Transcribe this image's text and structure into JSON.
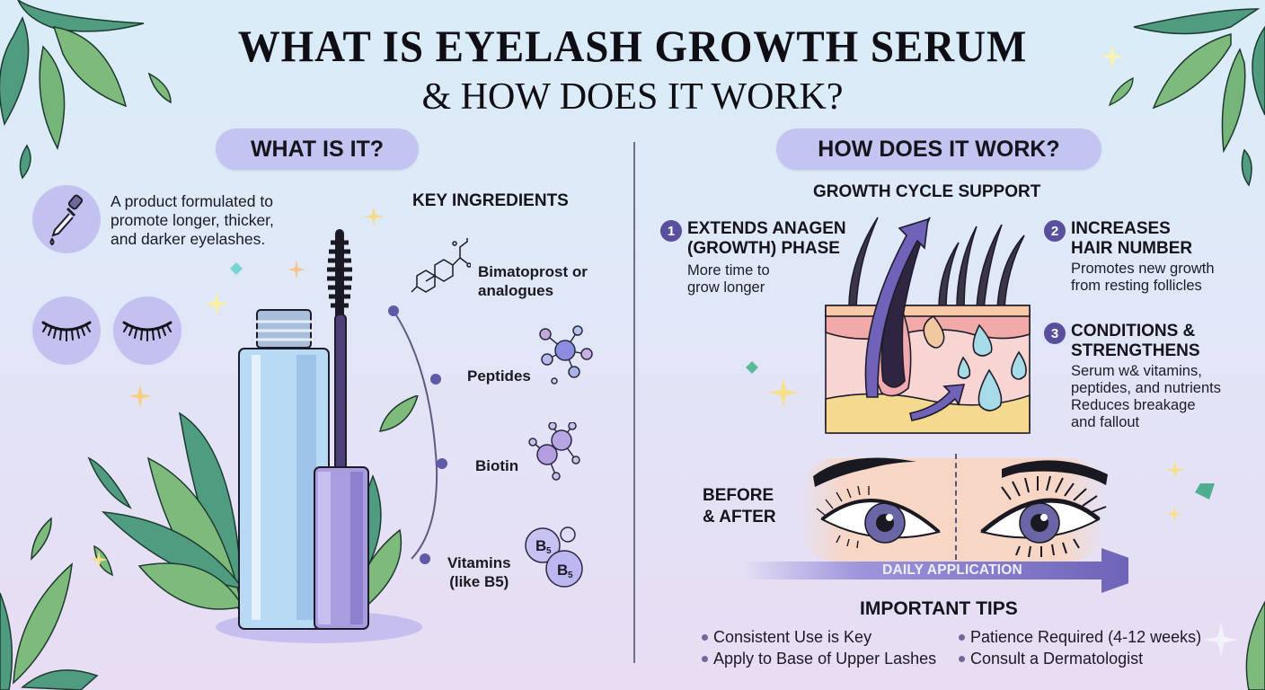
{
  "header": {
    "title_line1": "WHAT IS EYELASH GROWTH SERUM",
    "title_line2": "& HOW DOES IT WORK?"
  },
  "left": {
    "pill": "WHAT IS IT?",
    "description": [
      "A product formulated to",
      "promote longer, thicker,",
      "and darker eyelashes."
    ],
    "icons": [
      "dropper-icon",
      "eyelash-icon",
      "eyelash-icon"
    ],
    "ingredients": {
      "heading": "KEY INGREDIENTS",
      "items": [
        {
          "label_1": "Bimatoprost or",
          "label_2": "analogues",
          "icon": "molecule-structure-icon"
        },
        {
          "label_1": "Peptides",
          "label_2": "",
          "icon": "peptide-molecule-icon"
        },
        {
          "label_1": "Biotin",
          "label_2": "",
          "icon": "biotin-molecule-icon"
        },
        {
          "label_1": "Vitamins",
          "label_2": "(like B5)",
          "icon": "vitamin-b5-icon",
          "badge": "B5"
        }
      ]
    }
  },
  "right": {
    "pill": "HOW DOES IT WORK?",
    "subheading": "GROWTH CYCLE SUPPORT",
    "steps": [
      {
        "num": "1",
        "title_1": "EXTENDS ANAGEN",
        "title_2": "(GROWTH) PHASE",
        "desc": [
          "More time to",
          "grow longer"
        ]
      },
      {
        "num": "2",
        "title_1": "INCREASES",
        "title_2": "HAIR NUMBER",
        "desc": [
          "Promotes new growth",
          "from resting follicles"
        ]
      },
      {
        "num": "3",
        "title_1": "CONDITIONS &",
        "title_2": "STRENGTHENS",
        "desc": [
          "Serum w& vitamins,",
          "peptides, and nutrients",
          "Reduces breakage",
          "and fallout"
        ]
      }
    ],
    "before_after": {
      "line1": "BEFORE",
      "line2": "& AFTER"
    },
    "arrow_label": "DAILY APPLICATION",
    "tips": {
      "heading": "IMPORTANT TIPS",
      "items": [
        "Consistent Use is Key",
        "Patience Required (4-12 weeks)",
        "Apply to Base of Upper Lashes",
        "Consult a Dermatologist"
      ]
    }
  },
  "colors": {
    "accent_purple": "#5a4f9c",
    "pill_lavender": "#c4c4f0",
    "leaf_dark": "#4a9a7a",
    "leaf_light": "#7cbb7a",
    "bottle_blue": "#b8d9f2",
    "cap_purple": "#a99de0"
  }
}
